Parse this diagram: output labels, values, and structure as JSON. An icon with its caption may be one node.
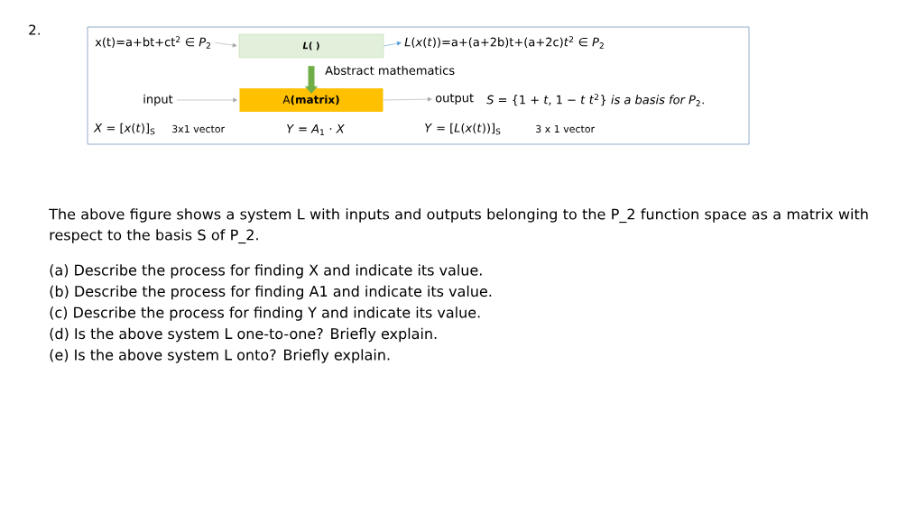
{
  "diagram": {
    "nodes": [
      {
        "text": [
          "x(t)=a+bt+ct$^{2}$ ∈ *P*$_{2}$"
        ]
      },
      {
        "text": [
          "*L*( )"
        ]
      },
      {
        "text": [
          "*L*(*x*(*t*))=a+(a+2b)t+(a+2c)*t*$^{2}$ ∈ *P*$_{2}$"
        ]
      },
      {
        "text": [
          "input"
        ]
      },
      {
        "text": [
          "A**(matrix)**"
        ]
      },
      {
        "text": [
          "output"
        ]
      }
    ],
    "edges": [
      {
        "from": 0,
        "to": 1,
        "arrow": "to"
      },
      {
        "from": 1,
        "to": 2,
        "arrow": "to",
        "color": "#5b9bd5"
      },
      {
        "from": 1,
        "to": 4,
        "arrow": "to",
        "label": "Abstract mathematics",
        "style": "thick",
        "color": "#70ad47"
      },
      {
        "from": 3,
        "to": 4,
        "arrow": "to"
      },
      {
        "from": 4,
        "to": 5,
        "arrow": "to"
      }
    ],
    "labels": [
      "2.",
      "*S* = {1 + *t*,   1 − *t*   *t*$^{2}$} *is a basis for P*$_{2}$.",
      "*X* = [*x*(*t*)]$_{S}$",
      "3x1 vector",
      "*Y* = *A*$_{1}$ · *X*",
      "*Y* = [*L*(*x*(*t*))]$_{S}$",
      "3 x 1 vector",
      "The above figure shows a system L with inputs and outputs belonging to the P_2 function space as a matrix with respect to the basis S of P_2.",
      "(a) Describe the process for finding X and indicate its value.",
      "(b) Describe the process for finding A1 and indicate its value.",
      "(c) Describe the process for finding Y and indicate its value.",
      "(d) Is the above system L one-to-one? Briefly explain.",
      "(e) Is the above system L onto? Briefly explain."
    ]
  }
}
